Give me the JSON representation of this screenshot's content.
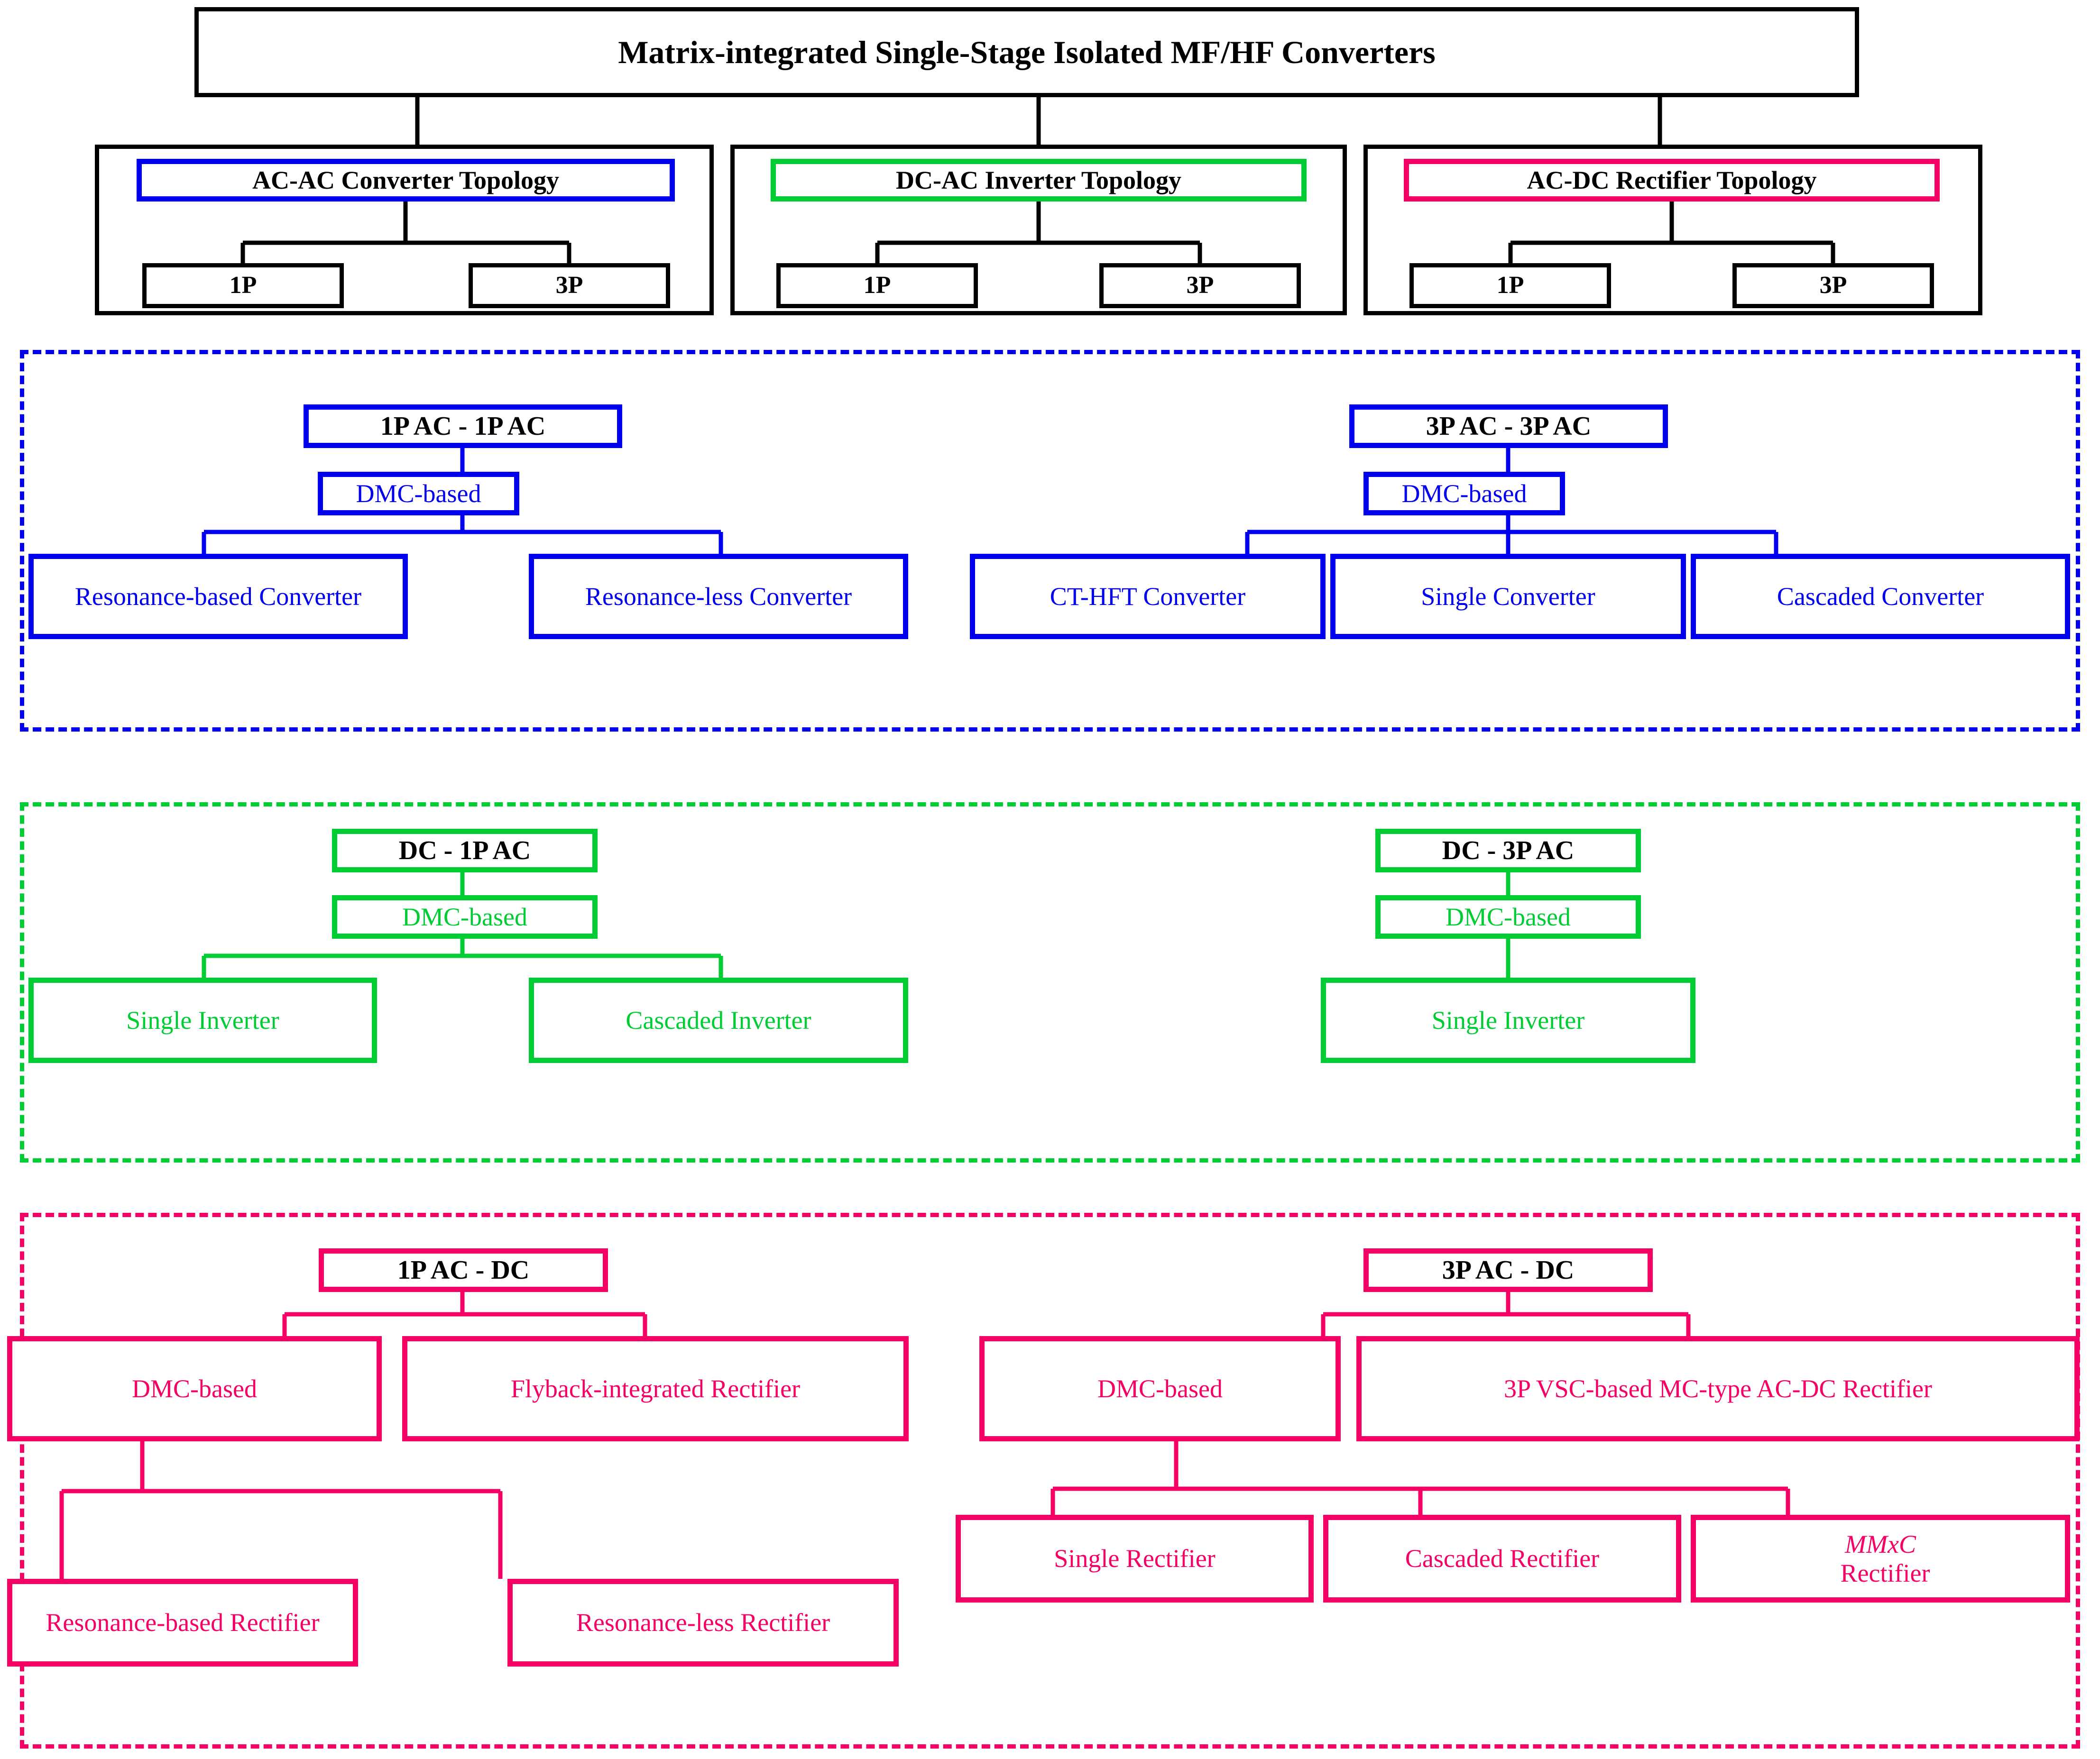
{
  "diagram": {
    "root": {
      "label": "Matrix-integrated Single-Stage Isolated MF/HF Converters"
    },
    "colors": {
      "black": "#000000",
      "blue": "#0000EE",
      "green": "#00CC33",
      "pink": "#F50064"
    },
    "topology_groups": [
      {
        "title": "AC-AC Converter Topology",
        "accent": "#0000EE",
        "children": [
          {
            "label": "1P"
          },
          {
            "label": "3P"
          }
        ]
      },
      {
        "title": "DC-AC Inverter Topology",
        "accent": "#00CC33",
        "children": [
          {
            "label": "1P"
          },
          {
            "label": "3P"
          }
        ]
      },
      {
        "title": "AC-DC Rectifier Topology",
        "accent": "#F50064",
        "children": [
          {
            "label": "1P"
          },
          {
            "label": "3P"
          }
        ]
      }
    ],
    "sections": [
      {
        "id": "ac-ac",
        "accent": "#0000EE",
        "trees": [
          {
            "root": "1P AC - 1P AC",
            "mid": "DMC-based",
            "leaves": [
              "Resonance-based Converter",
              "Resonance-less Converter"
            ]
          },
          {
            "root": "3P AC - 3P AC",
            "mid": "DMC-based",
            "leaves": [
              "CT-HFT Converter",
              "Single Converter",
              "Cascaded Converter"
            ]
          }
        ]
      },
      {
        "id": "dc-ac",
        "accent": "#00CC33",
        "trees": [
          {
            "root": "DC - 1P AC",
            "mid": "DMC-based",
            "leaves": [
              "Single Inverter",
              "Cascaded Inverter"
            ]
          },
          {
            "root": "DC - 3P AC",
            "mid": "DMC-based",
            "leaves": [
              "Single Inverter"
            ]
          }
        ]
      },
      {
        "id": "ac-dc",
        "accent": "#F50064",
        "trees": [
          {
            "root": "1P AC - DC",
            "mid": "DMC-based",
            "sibling": "Flyback-integrated Rectifier",
            "leaves": [
              "Resonance-based Rectifier",
              "Resonance-less Rectifier"
            ]
          },
          {
            "root": "3P AC - DC",
            "mid": "DMC-based",
            "sibling": "3P VSC-based MC-type AC-DC Rectifier",
            "leaves": [
              "Single Rectifier",
              "Cascaded Rectifier",
              "MMxC Rectifier"
            ],
            "leaf_italic_prefix": "MMxC",
            "leaf_italic_suffix": " Rectifier"
          }
        ]
      }
    ]
  }
}
